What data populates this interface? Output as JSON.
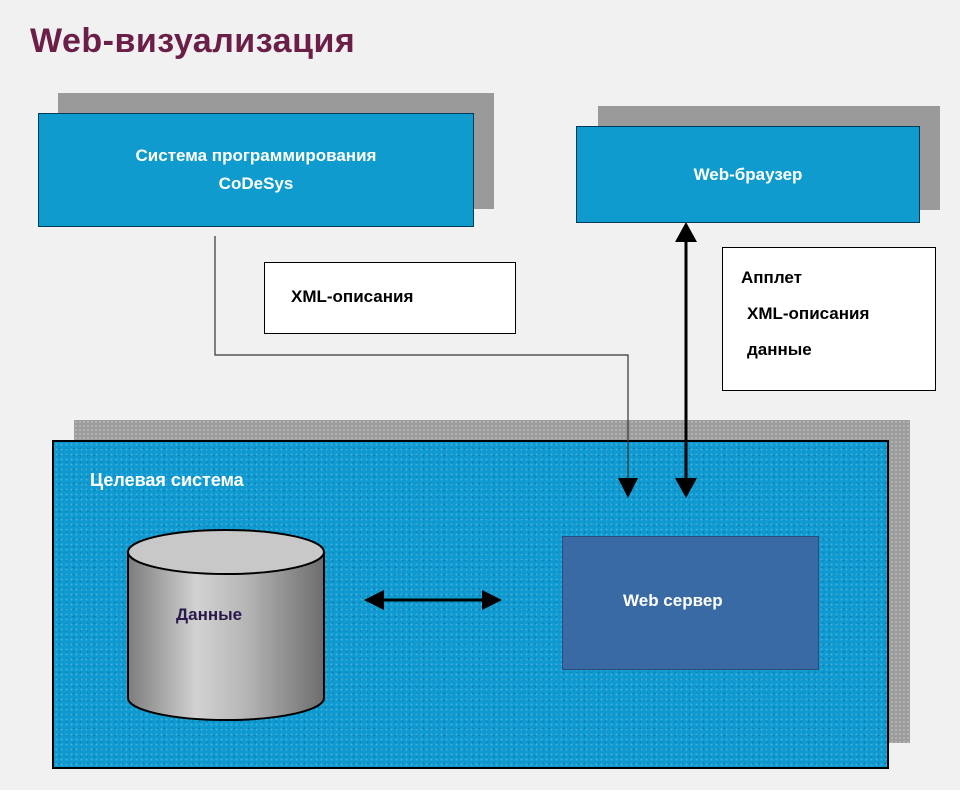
{
  "title": "Web-визуализация",
  "boxes": {
    "codesys_line1": "Система программирования",
    "codesys_line2": "CoDeSys",
    "browser": "Web-браузер",
    "xml_descriptions": "XML-описания",
    "applet_line1": "Апплет",
    "applet_line2": "XML-описания",
    "applet_line3": "данные",
    "target_system": "Целевая система",
    "data": "Данные",
    "web_server": "Web сервер"
  },
  "colors": {
    "title": "#6b1e47",
    "box_fill": "#0f9bcd",
    "server_fill": "#3a6aa4",
    "shadow": "#9a9a9a"
  }
}
